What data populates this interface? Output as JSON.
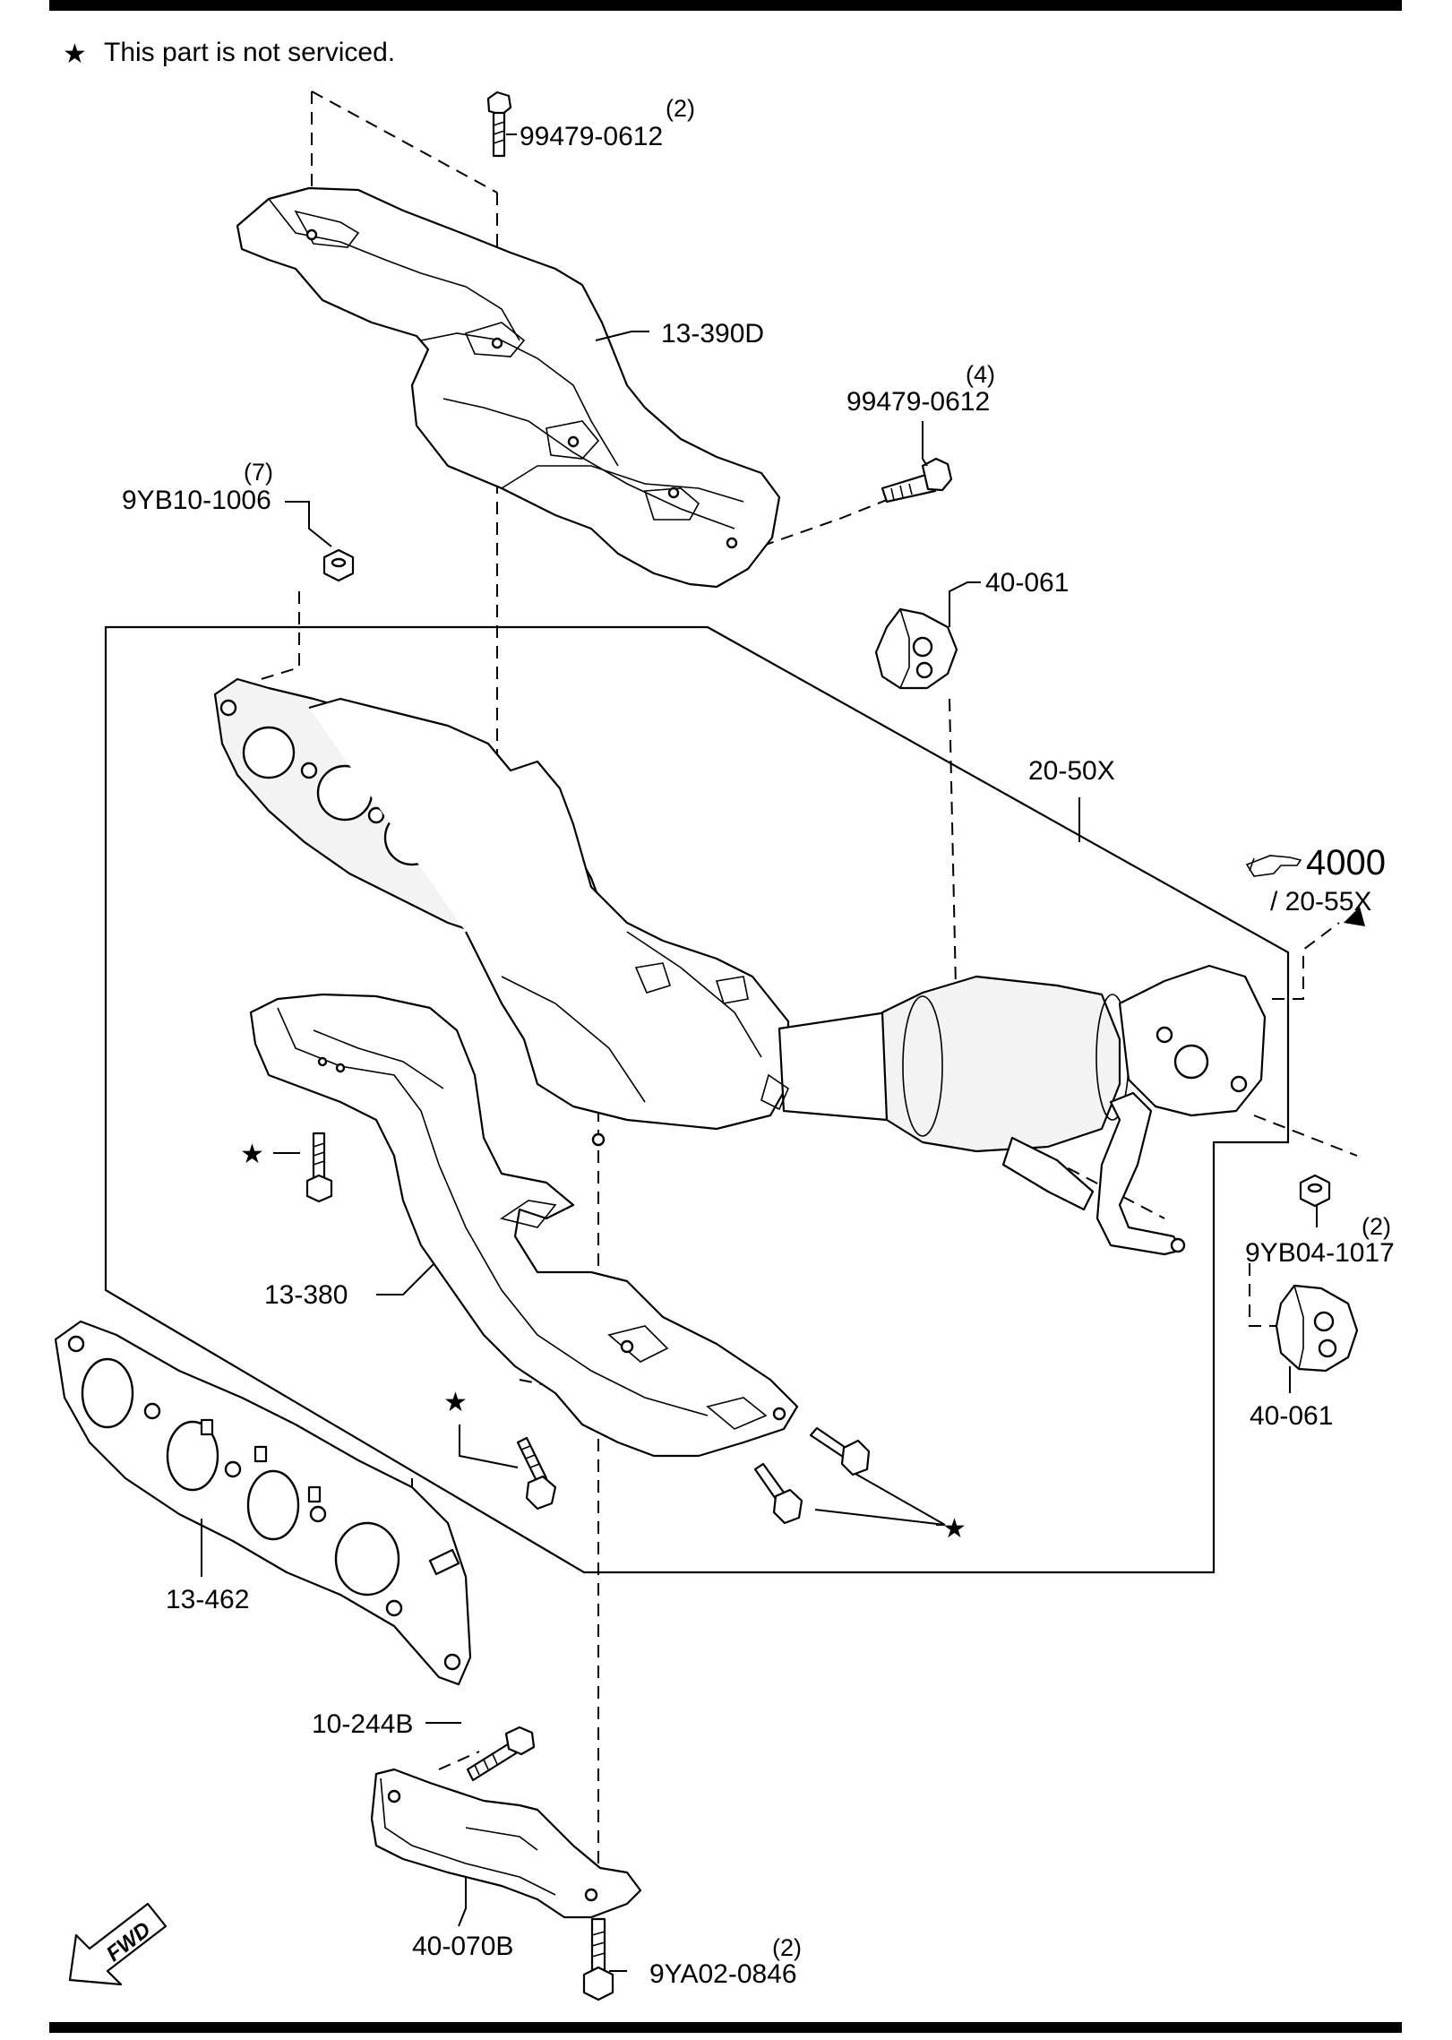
{
  "note": {
    "star_glyph": "★",
    "text": "This part is not serviced."
  },
  "parts": {
    "bolt_top": {
      "number": "99479-0612",
      "qty": "(2)"
    },
    "heat_insulator_upper": {
      "number": "13-390D"
    },
    "bolt_right": {
      "number": "99479-0612",
      "qty": "(4)"
    },
    "nut_upper": {
      "number": "9YB10-1006",
      "qty": "(7)"
    },
    "hanger_upper": {
      "number": "40-061"
    },
    "assembly": {
      "number": "20-50X"
    },
    "heat_insulator_lower": {
      "number": "13-380"
    },
    "nut_right": {
      "number": "9YB04-1017",
      "qty": "(2)"
    },
    "hanger_lower": {
      "number": "40-061"
    },
    "gasket": {
      "number": "13-462"
    },
    "bolt_bracket": {
      "number": "10-244B"
    },
    "bracket": {
      "number": "40-070B"
    },
    "bolt_bottom": {
      "number": "9YA02-0846",
      "qty": "(2)"
    }
  },
  "reference": {
    "hand_icon": "pointing-hand-icon",
    "page": "4000",
    "group": "/ 20-55X"
  },
  "fwd_arrow": {
    "text": "FWD"
  },
  "colors": {
    "line": "#000000",
    "background": "#ffffff"
  }
}
